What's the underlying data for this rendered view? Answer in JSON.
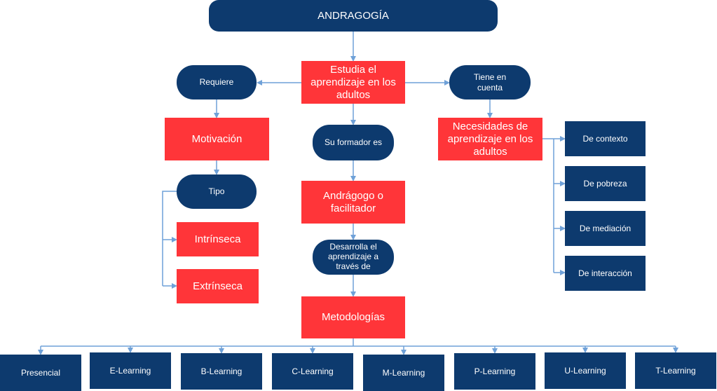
{
  "diagram": {
    "title": "ANDRAGOGÍA",
    "colors": {
      "primary_navy": "#0d3a6e",
      "accent_red": "#ff3539",
      "connector": "#6fa1d8"
    },
    "nodes": {
      "root": "ANDRAGOGÍA",
      "estudia": "Estudia el aprendizaje en los adultos",
      "requiere": "Requiere",
      "tiene_en_cuenta": "Tiene en cuenta",
      "motivacion": "Motivación",
      "su_formador": "Su formador es",
      "necesidades": "Necesidades de aprendizaje en los adultos",
      "tipo": "Tipo",
      "andragogo": "Andrágogo o facilitador",
      "intrinseca": "Intrínseca",
      "extrinseca": "Extrínseca",
      "desarrolla": "Desarrolla el aprendizaje a través de",
      "metodologias": "Metodologías"
    },
    "necesidades_tipos": [
      "De contexto",
      "De pobreza",
      "De mediación",
      "De interacción"
    ],
    "metodologias_tipos": [
      "Presencial",
      "E-Learning",
      "B-Learning",
      "C-Learning",
      "M-Learning",
      "P-Learning",
      "U-Learning",
      "T-Learning"
    ]
  }
}
